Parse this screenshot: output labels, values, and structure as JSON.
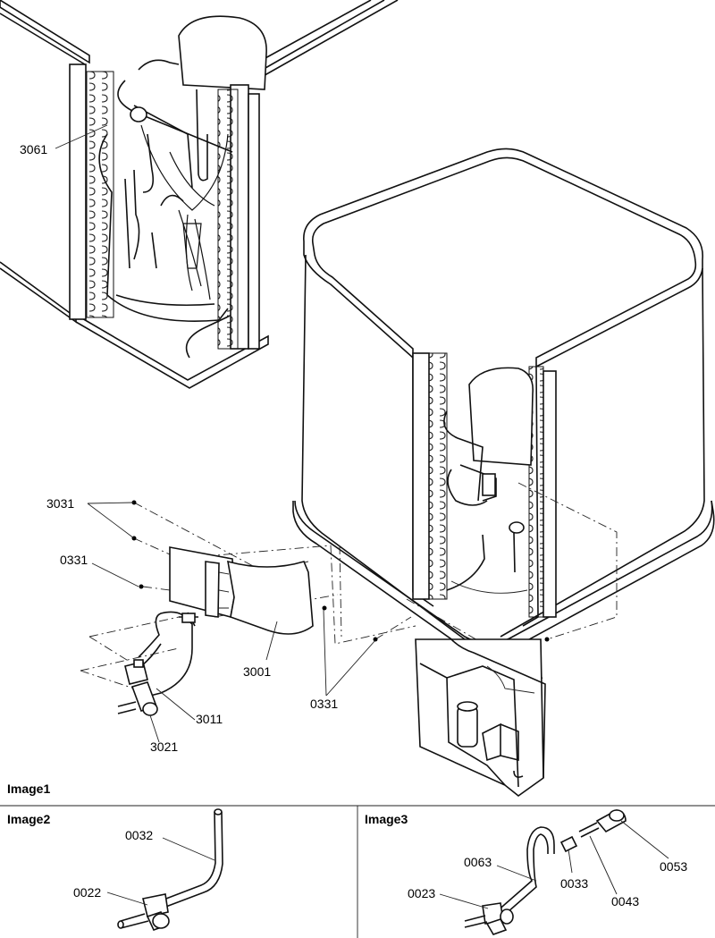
{
  "captions": {
    "image1": "Image1",
    "image2": "Image2",
    "image3": "Image3"
  },
  "callouts": {
    "p3061": "3061",
    "p3031": "3031",
    "p0331a": "0331",
    "p3001": "3001",
    "p3011": "3011",
    "p3021": "3021",
    "p0331b": "0331",
    "p0032": "0032",
    "p0022": "0022",
    "p0063": "0063",
    "p0023": "0023",
    "p0033": "0033",
    "p0043": "0043",
    "p0053": "0053"
  }
}
